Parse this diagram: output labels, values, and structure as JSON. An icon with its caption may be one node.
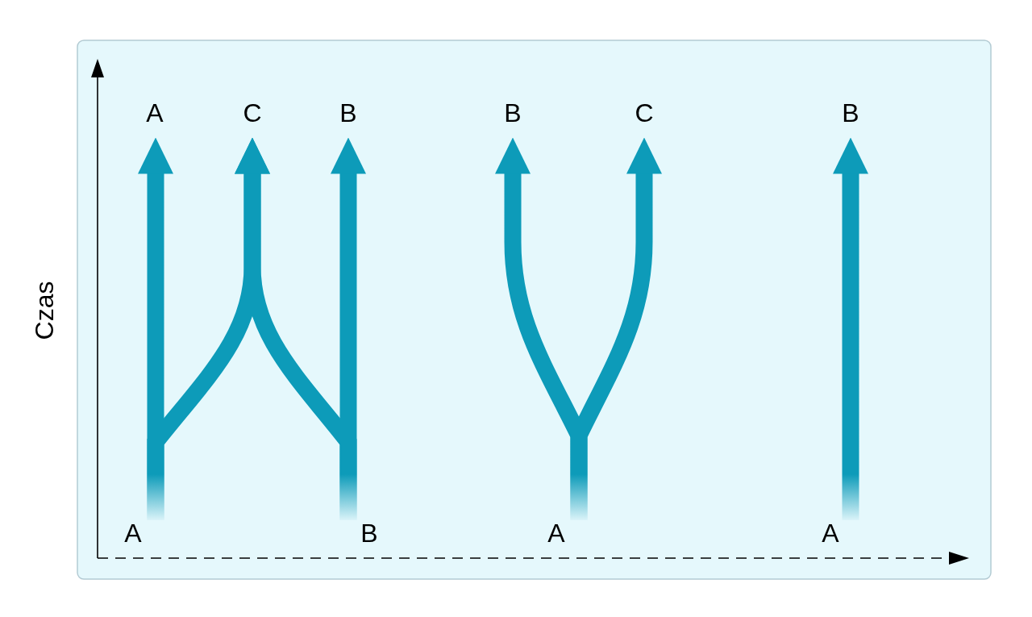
{
  "diagram": {
    "nodes": [
      {
        "text": [
          "A"
        ]
      },
      {
        "text": [
          "C"
        ]
      },
      {
        "text": [
          "B"
        ]
      },
      {
        "text": [
          "B"
        ]
      },
      {
        "text": [
          "C"
        ]
      },
      {
        "text": [
          "B"
        ]
      },
      {
        "text": [
          "A"
        ]
      },
      {
        "text": [
          "B"
        ]
      },
      {
        "text": [
          "A"
        ]
      },
      {
        "text": [
          "A"
        ]
      }
    ],
    "edges": [
      {
        "from": 6,
        "to": 0,
        "arrow": "to"
      },
      {
        "from": 6,
        "to": 1,
        "arrow": "to"
      },
      {
        "from": 7,
        "to": 1,
        "arrow": "to"
      },
      {
        "from": 7,
        "to": 2,
        "arrow": "to"
      },
      {
        "from": 8,
        "to": 3,
        "arrow": "to"
      },
      {
        "from": 8,
        "to": 4,
        "arrow": "to"
      },
      {
        "from": 9,
        "to": 5,
        "arrow": "to"
      }
    ],
    "labels": [
      "Czas"
    ]
  }
}
